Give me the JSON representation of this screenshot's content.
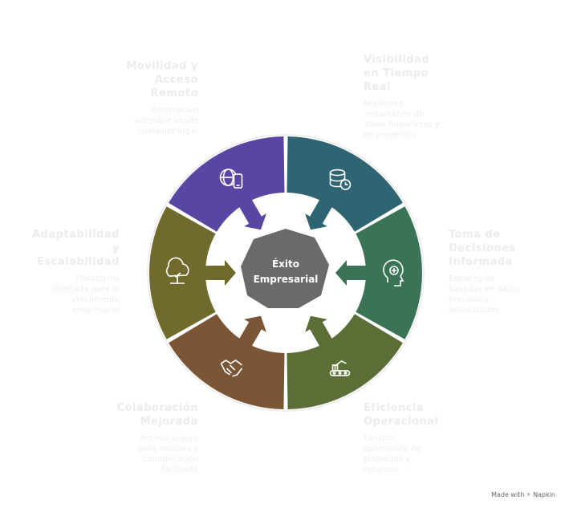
{
  "center": {
    "line1": "Éxito",
    "line2": "Empresarial"
  },
  "segments": [
    {
      "title": "Visibilidad en Tiempo Real",
      "title_lines": [
        "Visibilidad",
        "en Tiempo",
        "Real"
      ],
      "desc": "Monitoreo instantáneo de datos financieros y de proyectos",
      "desc_lines": [
        "Monitoreo",
        "instantáneo de",
        "datos financieros y",
        "de proyectos"
      ],
      "color": "#2f6472",
      "icon": "database-clock-icon"
    },
    {
      "title": "Toma de Decisiones Informada",
      "title_lines": [
        "Toma de",
        "Decisiones",
        "Informada"
      ],
      "desc": "Estrategias basadas en datos precisos y actualizados",
      "desc_lines": [
        "Estrategias",
        "basadas en datos",
        "precisos y",
        "actualizados"
      ],
      "color": "#3a7355",
      "icon": "head-brain-icon"
    },
    {
      "title": "Eficiencia Operacional",
      "title_lines": [
        "Eficiencia",
        "Operacional"
      ],
      "desc": "Gestión optimizada de proyectos y recursos",
      "desc_lines": [
        "Gestión",
        "optimizada de",
        "proyectos y",
        "recursos"
      ],
      "color": "#5a6e36",
      "icon": "conveyor-robot-icon"
    },
    {
      "title": "Colaboración Mejorada",
      "title_lines": [
        "Colaboración",
        "Mejorada"
      ],
      "desc": "Acceso seguro para equipos y comunicación facilitada",
      "desc_lines": [
        "Acceso seguro",
        "para equipos y",
        "comunicación",
        "facilitada"
      ],
      "color": "#7a5536",
      "icon": "handshake-icon"
    },
    {
      "title": "Adaptabilidad y Escalabilidad",
      "title_lines": [
        "Adaptabilidad",
        "y",
        "Escalabilidad"
      ],
      "desc": "Plataforma diseñada para el crecimiento empresarial",
      "desc_lines": [
        "Plataforma",
        "diseñada para el",
        "crecimiento",
        "empresarial"
      ],
      "color": "#706a2c",
      "icon": "tree-icon"
    },
    {
      "title": "Movilidad y Acceso Remoto",
      "title_lines": [
        "Movilidad y",
        "Acceso",
        "Remoto"
      ],
      "desc": "Información accesible desde cualquier lugar",
      "desc_lines": [
        "Información",
        "accesible desde",
        "cualquier lugar"
      ],
      "color": "#5a45a3",
      "icon": "globe-phone-icon"
    }
  ],
  "center_color": "#6a6a6a",
  "footer": "Made with ⚡ Napkin"
}
